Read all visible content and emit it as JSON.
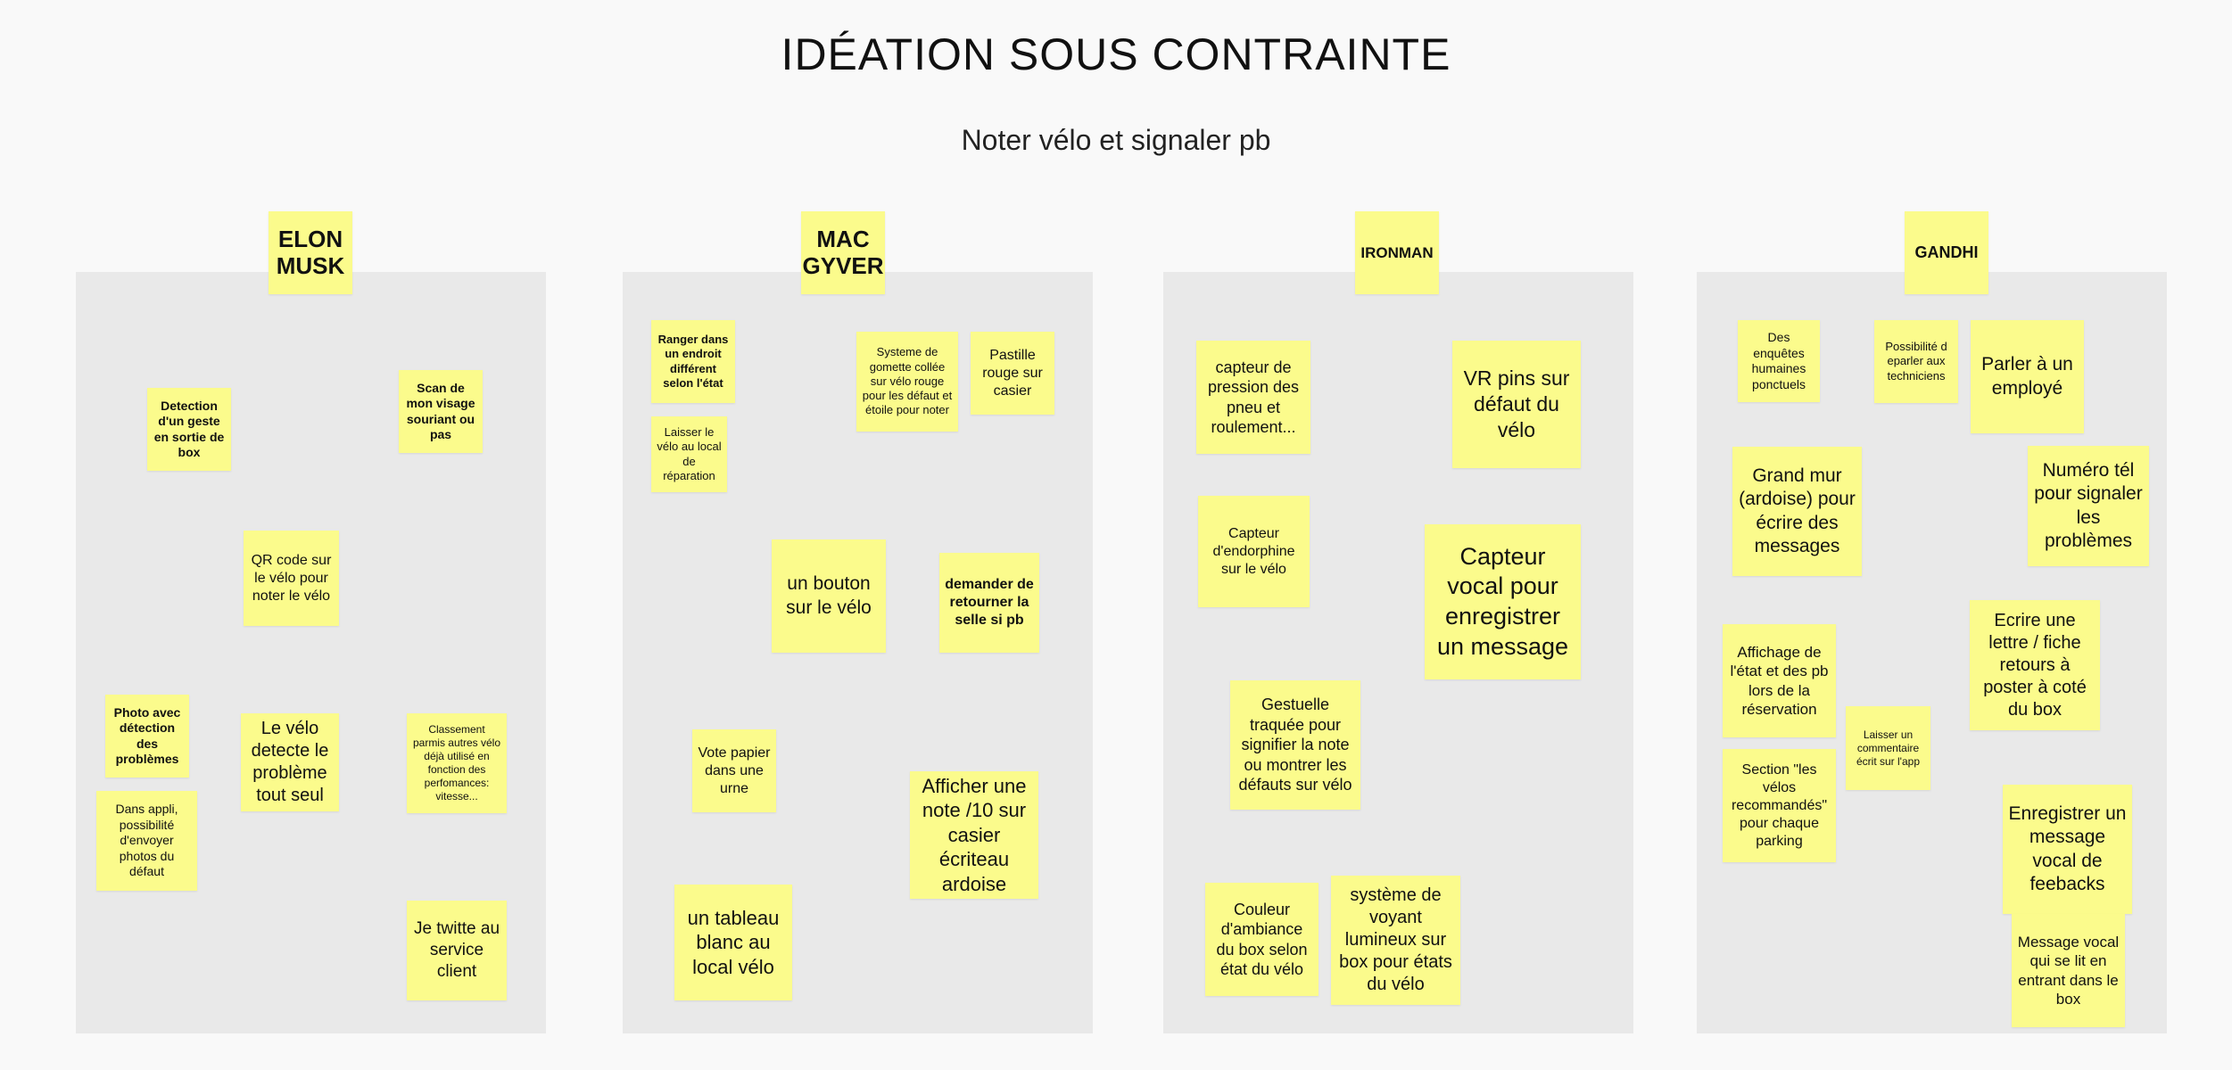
{
  "board": {
    "title": "IDÉATION SOUS CONTRAINTE",
    "subtitle": "Noter vélo et signaler pb"
  },
  "columns": [
    {
      "header": "ELON MUSK",
      "notes": [
        "Detection d'un geste en sortie de box",
        "Scan de mon visage souriant ou pas",
        "QR code sur le vélo pour noter le vélo",
        "Photo avec détection des problèmes",
        "Le vélo detecte le problème tout seul",
        "Classement parmis autres vélo déjà utilisé en fonction des perfomances: vitesse...",
        "Dans appli, possibilité d'envoyer photos du défaut",
        "Je twitte au service client"
      ]
    },
    {
      "header": "MAC GYVER",
      "notes": [
        "Ranger dans un endroit différent selon l'état",
        "Systeme de gomette collée sur vélo rouge pour les défaut et étoile pour noter",
        "Pastille rouge sur casier",
        "Laisser le vélo au local de réparation",
        "un bouton sur le vélo",
        "demander de retourner la selle si pb",
        "Vote papier dans une urne",
        "Afficher une note /10 sur casier écriteau ardoise",
        "un tableau blanc au local vélo"
      ]
    },
    {
      "header": "IRONMAN",
      "notes": [
        "capteur de pression des pneu et roulement...",
        "VR pins sur défaut du vélo",
        "Capteur d'endorphine sur le vélo",
        "Capteur vocal pour enregistrer un message",
        "Gestuelle traquée pour signifier la note ou montrer les défauts sur vélo",
        "Couleur d'ambiance du box selon état du vélo",
        "système de voyant lumineux sur box pour états du vélo"
      ]
    },
    {
      "header": "GANDHI",
      "notes": [
        "Des enquêtes humaines ponctuels",
        "Possibilité d eparler aux techniciens",
        "Parler à un employé",
        "Grand mur (ardoise) pour écrire des messages",
        "Numéro tél pour signaler les problèmes",
        "Affichage de l'état et des pb lors de la réservation",
        "Ecrire une lettre / fiche retours à poster à coté du box",
        "Laisser un commentaire écrit sur l'app",
        "Section \"les vélos recommandés\" pour chaque parking",
        "Enregistrer un message vocal de feebacks",
        "Message vocal qui se lit en entrant dans le box"
      ]
    }
  ]
}
